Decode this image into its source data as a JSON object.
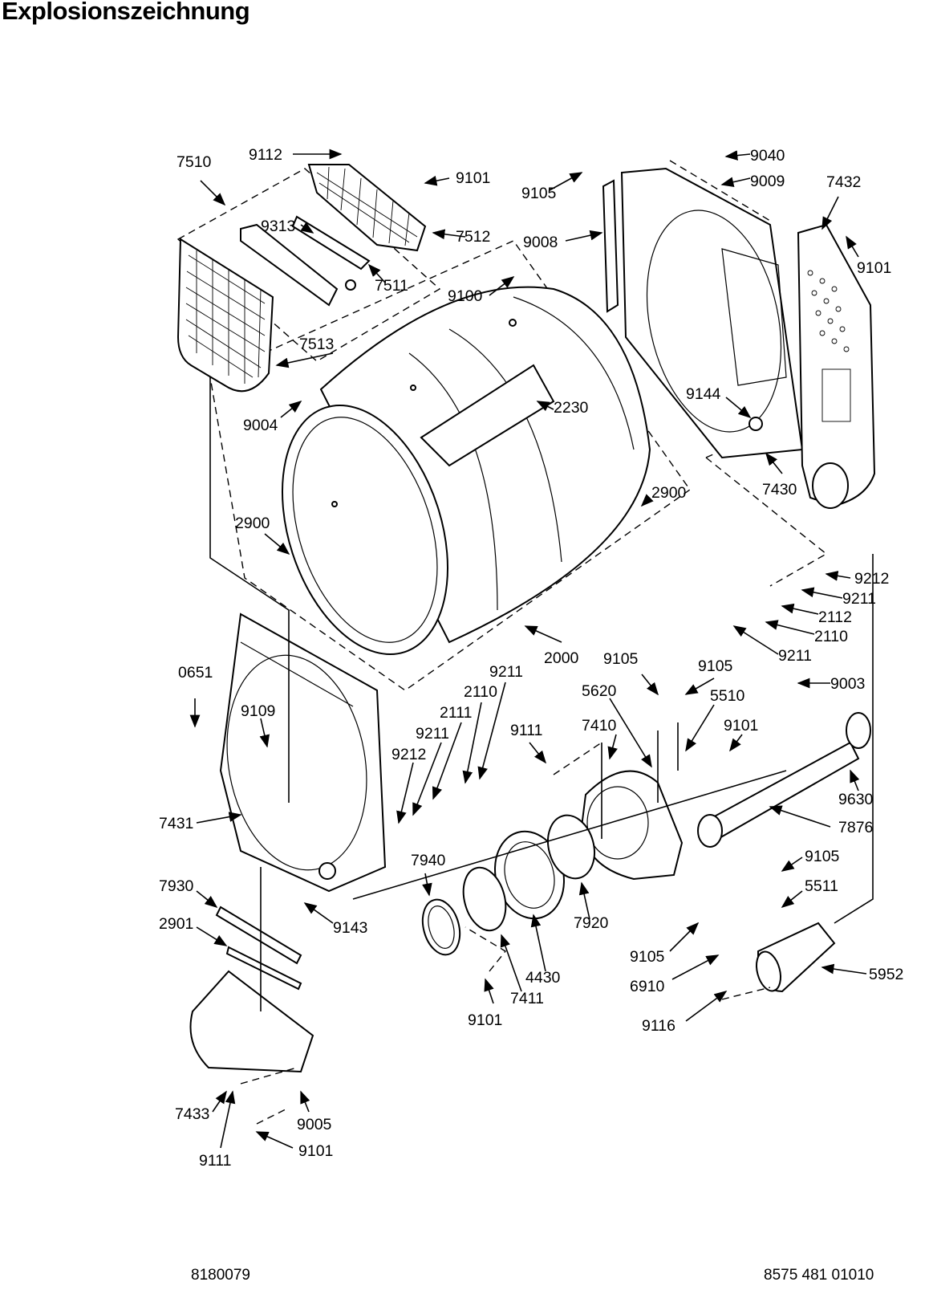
{
  "header": {
    "title": "Explosionszeichnung"
  },
  "footer": {
    "left_code": "8180079",
    "right_code": "8575 481 01010"
  },
  "part_labels": [
    "9112",
    "7510",
    "9101",
    "9313",
    "7512",
    "7511",
    "9105",
    "9040",
    "9009",
    "7432",
    "9008",
    "9101",
    "9100",
    "7513",
    "2230",
    "9004",
    "9144",
    "7430",
    "2900",
    "2900",
    "9212",
    "9211",
    "2112",
    "2110",
    "9211",
    "2000",
    "0651",
    "9109",
    "9211",
    "2110",
    "2111",
    "9211",
    "9212",
    "9105",
    "9105",
    "5620",
    "5510",
    "9003",
    "9111",
    "7410",
    "9101",
    "7431",
    "7940",
    "9630",
    "7876",
    "9105",
    "5511",
    "7930",
    "9143",
    "2901",
    "7920",
    "4430",
    "7411",
    "9101",
    "9105",
    "6910",
    "5952",
    "9116",
    "7433",
    "9005",
    "9111",
    "9101"
  ]
}
